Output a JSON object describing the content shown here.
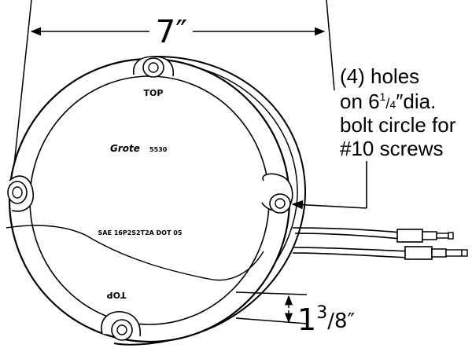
{
  "diagram": {
    "width_dim": "7″",
    "depth_dim_whole": "1",
    "depth_dim_num": "3",
    "depth_dim_den": "8″",
    "note": {
      "line1": "(4) holes",
      "line2_pre": "on 6",
      "line2_num": "1",
      "line2_den": "4",
      "line2_post": "″dia.",
      "line3": "bolt circle for",
      "line4": "#10 screws"
    },
    "lens_text": {
      "top_label": "TOP",
      "bottom_label": "TOP",
      "brand": "Grote",
      "part_number": "5530",
      "sae_code": "SAE 16P2S2T2A  DOT  05"
    }
  }
}
